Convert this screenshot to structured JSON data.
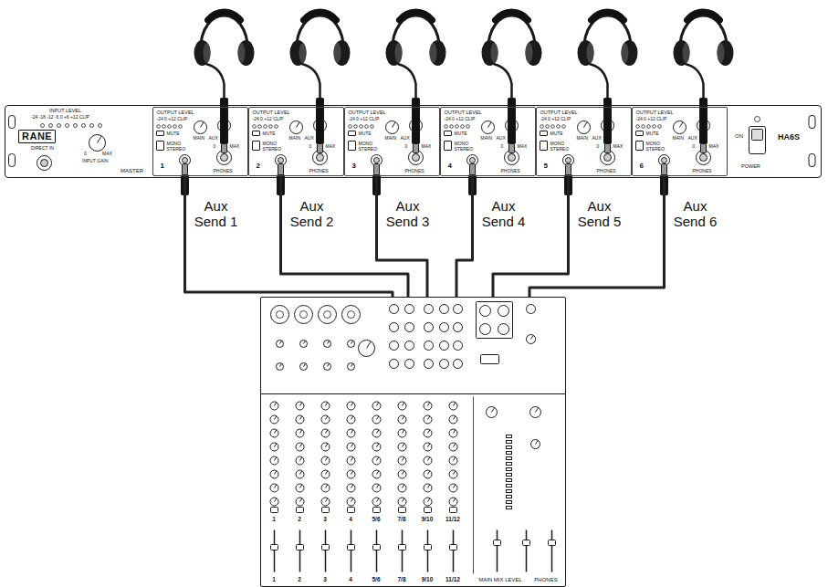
{
  "diagram": {
    "nodes": [
      {
        "text": [
          "INPUT LEVEL",
          "-24 -18 -12 -6 0 +6 +12 CLIP",
          "RANE",
          "DIRECT IN",
          "0",
          "MAX",
          "INPUT GAIN",
          "MASTER",
          "ON",
          "POWER",
          "HA6S"
        ]
      },
      {
        "text": [
          "OUTPUT LEVEL",
          "-24 0 +12 CLIP",
          "MUTE",
          "MONO",
          "STEREO",
          "MAIN",
          "AUX",
          "0",
          "MAX",
          "PHONES",
          "1"
        ],
        "in": 0
      },
      {
        "text": [
          "OUTPUT LEVEL",
          "-24 0 +12 CLIP",
          "MUTE",
          "MONO",
          "STEREO",
          "MAIN",
          "AUX",
          "0",
          "MAX",
          "PHONES",
          "2"
        ],
        "in": 0
      },
      {
        "text": [
          "OUTPUT LEVEL",
          "-24 0 +12 CLIP",
          "MUTE",
          "MONO",
          "STEREO",
          "MAIN",
          "AUX",
          "0",
          "MAX",
          "PHONES",
          "3"
        ],
        "in": 0
      },
      {
        "text": [
          "OUTPUT LEVEL",
          "-24 0 +12 CLIP",
          "MUTE",
          "MONO",
          "STEREO",
          "MAIN",
          "AUX",
          "0",
          "MAX",
          "PHONES",
          "4"
        ],
        "in": 0
      },
      {
        "text": [
          "OUTPUT LEVEL",
          "-24 0 +12 CLIP",
          "MUTE",
          "MONO",
          "STEREO",
          "MAIN",
          "AUX",
          "0",
          "MAX",
          "PHONES",
          "5"
        ],
        "in": 0
      },
      {
        "text": [
          "OUTPUT LEVEL",
          "-24 0 +12 CLIP",
          "MUTE",
          "MONO",
          "STEREO",
          "MAIN",
          "AUX",
          "0",
          "MAX",
          "PHONES",
          "6"
        ],
        "in": 0
      },
      {
        "text": [
          "1",
          "2",
          "3",
          "4",
          "5/6",
          "7/8",
          "9/10",
          "11/12",
          "1",
          "2",
          "3",
          "4",
          "5/6",
          "7/8",
          "9/10",
          "11/12",
          "MAIN MIX LEVEL",
          "PHONES"
        ]
      }
    ],
    "edges": [
      {
        "from": 7,
        "to": 1,
        "label": "Aux Send 1",
        "arrow": "none"
      },
      {
        "from": 7,
        "to": 2,
        "label": "Aux Send 2",
        "arrow": "none"
      },
      {
        "from": 7,
        "to": 3,
        "label": "Aux Send 3",
        "arrow": "none"
      },
      {
        "from": 7,
        "to": 4,
        "label": "Aux Send 4",
        "arrow": "none"
      },
      {
        "from": 7,
        "to": 5,
        "label": "Aux Send 5",
        "arrow": "none"
      },
      {
        "from": 7,
        "to": 6,
        "label": "Aux Send 6",
        "arrow": "none"
      }
    ]
  }
}
